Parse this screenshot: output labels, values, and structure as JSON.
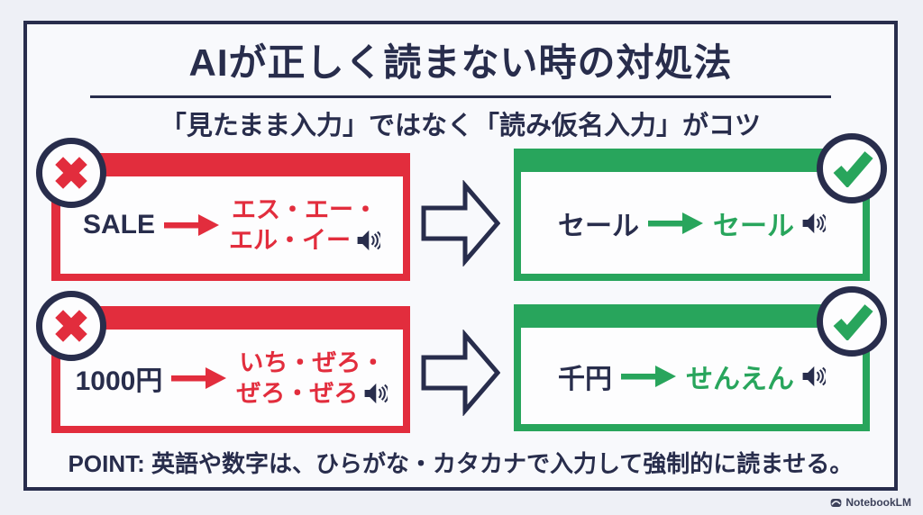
{
  "header": {
    "title": "AIが正しく読まない時の対処法",
    "subtitle": "「見たまま入力」ではなく「読み仮名入力」がコツ"
  },
  "examples": {
    "bad": [
      {
        "source": "SALE",
        "reading_line1": "エス・エー・",
        "reading_line2": "エル・イー"
      },
      {
        "source": "1000円",
        "reading_line1": "いち・ぜろ・",
        "reading_line2": "ぜろ・ぜろ"
      }
    ],
    "good": [
      {
        "source": "セール",
        "reading": "セール"
      },
      {
        "source": "千円",
        "reading": "せんえん"
      }
    ]
  },
  "point": {
    "text": "POINT: 英語や数字は、ひらがな・カタカナで入力して強制的に読ませる。"
  },
  "footer": {
    "brand": "NotebookLM"
  },
  "colors": {
    "navy": "#282d4c",
    "red": "#e22d3d",
    "green": "#28a55c",
    "background": "#eef0f6",
    "card_background": "#f8f9fc",
    "box_background": "#fdfdfe"
  },
  "icons": {
    "bad_badge": "cross-icon",
    "good_badge": "check-icon",
    "audio": "speaker-icon",
    "transform": "right-block-arrow-icon"
  }
}
